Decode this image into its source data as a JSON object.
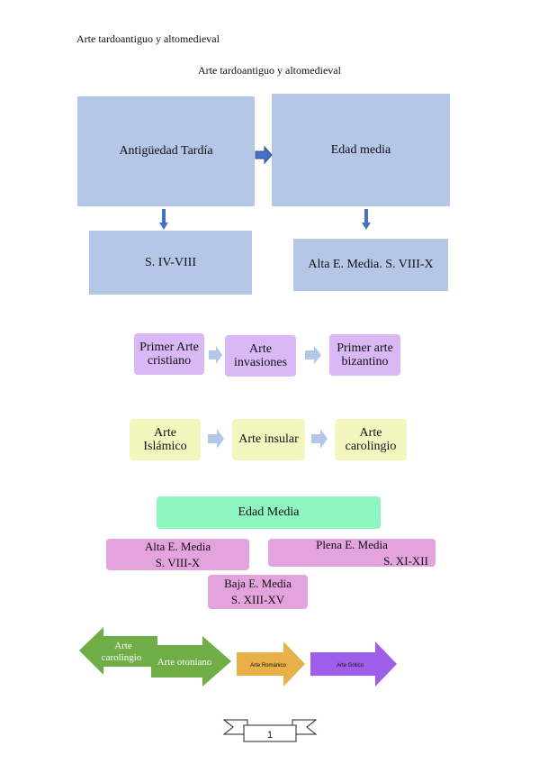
{
  "header": {
    "text": "Arte tardoantiguo y altomedieval"
  },
  "title": "Arte tardoantiguo y altomedieval",
  "periods": {
    "antiguedad": "Antigüedad Tardía",
    "edad_media": "Edad media",
    "siglos_antiguedad": "S. IV-VIII",
    "alta_edad": "Alta E. Media. S. VIII-X"
  },
  "row1": [
    {
      "line1": "Primer Arte",
      "line2": "cristiano"
    },
    {
      "line1": "Arte",
      "line2": "invasiones"
    },
    {
      "line1": "Primer arte",
      "line2": "bizantino"
    }
  ],
  "row2": [
    {
      "line1": "Arte",
      "line2": "Islámico"
    },
    {
      "line1": "Arte insular",
      "line2": ""
    },
    {
      "line1": "Arte",
      "line2": "carolingio"
    }
  ],
  "hierarchy": {
    "root": "Edad Media",
    "alta": {
      "name": "Alta E. Media",
      "siglos": "S. VIII-X"
    },
    "plena": {
      "name": "Plena E. Media",
      "siglos": "S. XI-XII"
    },
    "baja": {
      "name": "Baja E. Media",
      "siglos": "S. XIII-XV"
    }
  },
  "arrows": {
    "carolingio_1": "Arte",
    "carolingio_2": "carolingio",
    "otoniano": "Arte otoniano",
    "romanico": "Arte Románico",
    "gotico": "Arte Gótico"
  },
  "colors": {
    "green_arrow": "#70ad47",
    "orange_arrow": "#e8b04a",
    "purple_arrow": "#9f5ee8"
  },
  "page_number": "1"
}
